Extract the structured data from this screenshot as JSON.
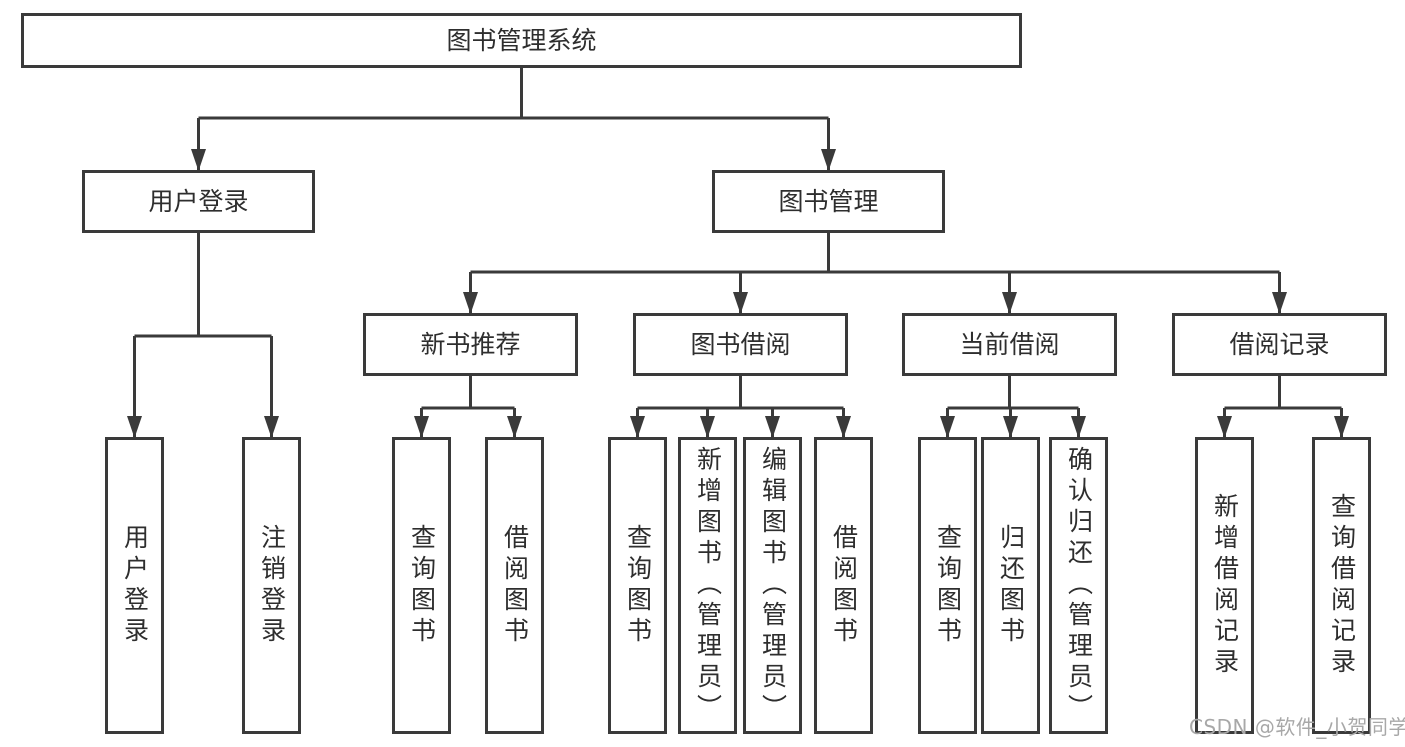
{
  "diagram": {
    "root": {
      "label": "图书管理系统"
    },
    "level2": [
      {
        "label": "用户登录"
      },
      {
        "label": "图书管理"
      }
    ],
    "level3": [
      {
        "label": "新书推荐"
      },
      {
        "label": "图书借阅"
      },
      {
        "label": "当前借阅"
      },
      {
        "label": "借阅记录"
      }
    ],
    "leaves": [
      {
        "label": "用户登录"
      },
      {
        "label": "注销登录"
      },
      {
        "label": "查询图书"
      },
      {
        "label": "借阅图书"
      },
      {
        "label": "查询图书"
      },
      {
        "label": "新增图书（管理员）"
      },
      {
        "label": "编辑图书（管理员）"
      },
      {
        "label": "借阅图书"
      },
      {
        "label": "查询图书"
      },
      {
        "label": "归还图书"
      },
      {
        "label": "确认归还（管理员）"
      },
      {
        "label": "新增借阅记录"
      },
      {
        "label": "查询借阅记录"
      }
    ]
  },
  "watermark": {
    "text": "CSDN @软件_小贺同学"
  },
  "colors": {
    "line": "#3a3a3a",
    "text": "#2e2e2e",
    "watermark": "#a8a8a8",
    "background": "#ffffff"
  }
}
